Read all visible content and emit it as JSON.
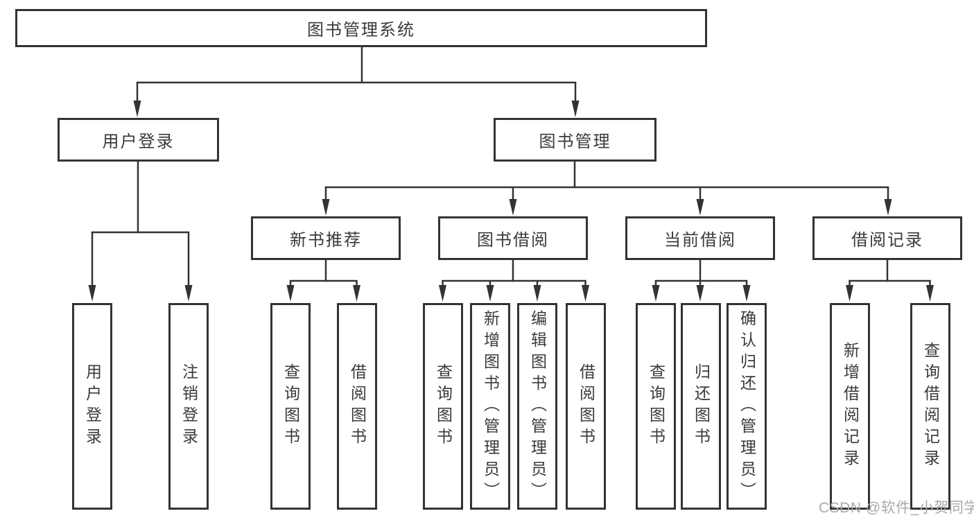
{
  "diagram": {
    "tree": {
      "root": {
        "label": "图书管理系统"
      },
      "branches": [
        {
          "label": "用户登录",
          "children": [
            {
              "label": "用户登录"
            },
            {
              "label": "注销登录"
            }
          ]
        },
        {
          "label": "图书管理",
          "children": [
            {
              "label": "新书推荐",
              "children": [
                {
                  "label": "查询图书"
                },
                {
                  "label": "借阅图书"
                }
              ]
            },
            {
              "label": "图书借阅",
              "children": [
                {
                  "label": "查询图书"
                },
                {
                  "label": "新增图书（管理员）"
                },
                {
                  "label": "编辑图书（管理员）"
                },
                {
                  "label": "借阅图书"
                }
              ]
            },
            {
              "label": "当前借阅",
              "children": [
                {
                  "label": "查询图书"
                },
                {
                  "label": "归还图书"
                },
                {
                  "label": "确认归还（管理员）"
                }
              ]
            },
            {
              "label": "借阅记录",
              "children": [
                {
                  "label": "新增借阅记录"
                },
                {
                  "label": "查询借阅记录"
                }
              ]
            }
          ]
        }
      ]
    },
    "watermark": {
      "text": "CSDN @软件_小贺同学",
      "color": "#a9a9a9"
    },
    "colors": {
      "line": "#333333",
      "box_border": "#333333",
      "text": "#3a3a3a",
      "background": "#ffffff"
    }
  }
}
